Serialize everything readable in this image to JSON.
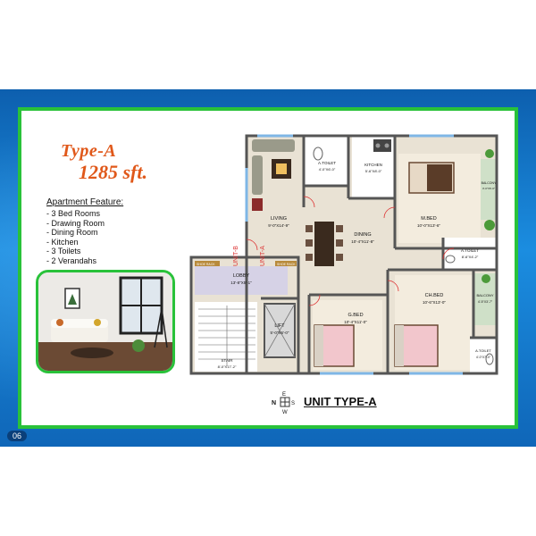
{
  "header": {
    "type_label": "Type-A",
    "area": "1285 sft."
  },
  "features": {
    "heading": "Apartment Feature:",
    "items": [
      "- 3 Bed Rooms",
      "- Drawing Room",
      "- Dining Room",
      "- Kitchen",
      "- 3 Toilets",
      "- 2 Verandahs"
    ]
  },
  "plan": {
    "rooms": [
      {
        "name": "LIVING",
        "dim": "9'-0\"X14'-9\""
      },
      {
        "name": "A.TOILET",
        "dim": "4'-0\"X6'-0\""
      },
      {
        "name": "KITCHEN",
        "dim": "5'-6\"X8'-0\""
      },
      {
        "name": "M.BED",
        "dim": "10'-0\"X13'-6\""
      },
      {
        "name": "BALCONY",
        "dim": "3'-0\"X6'-0\""
      },
      {
        "name": "DINING",
        "dim": "10'-4\"X11'-8\""
      },
      {
        "name": "A.TOILET",
        "dim": "8'-6\"X4'-2\""
      },
      {
        "name": "LOBBY",
        "dim": "13'-8\"X5'-1\""
      },
      {
        "name": "CH.BED",
        "dim": "10'-6\"X13'-0\""
      },
      {
        "name": "BALCONY",
        "dim": "4'-5\"X3'-7\""
      },
      {
        "name": "G.BED",
        "dim": "10'-4\"X11'-0\""
      },
      {
        "name": "LIFT",
        "dim": "5'-0\"X6'-0\""
      },
      {
        "name": "STAIR",
        "dim": "8'-0\"X17'-2\""
      },
      {
        "name": "A.TOILET",
        "dim": "4'-0\"X7'-0\""
      }
    ],
    "unit_b": "UNIT-B",
    "unit_a": "UNIT-A",
    "shoe_rack": "SHOE RACK"
  },
  "compass": {
    "n": "N",
    "e": "E",
    "s": "S",
    "w": "W"
  },
  "footer": {
    "unit_title": "UNIT TYPE-A",
    "page": "06"
  },
  "colors": {
    "accent_orange": "#e0581a",
    "frame_green": "#29c23a",
    "band_blue": "#1b8de0",
    "wall": "#555555",
    "floor": "#e6dccb"
  },
  "icons": [
    "bed-icon",
    "sofa-icon",
    "dining-table-icon",
    "toilet-icon",
    "stove-icon",
    "plant-icon",
    "compass-icon"
  ]
}
